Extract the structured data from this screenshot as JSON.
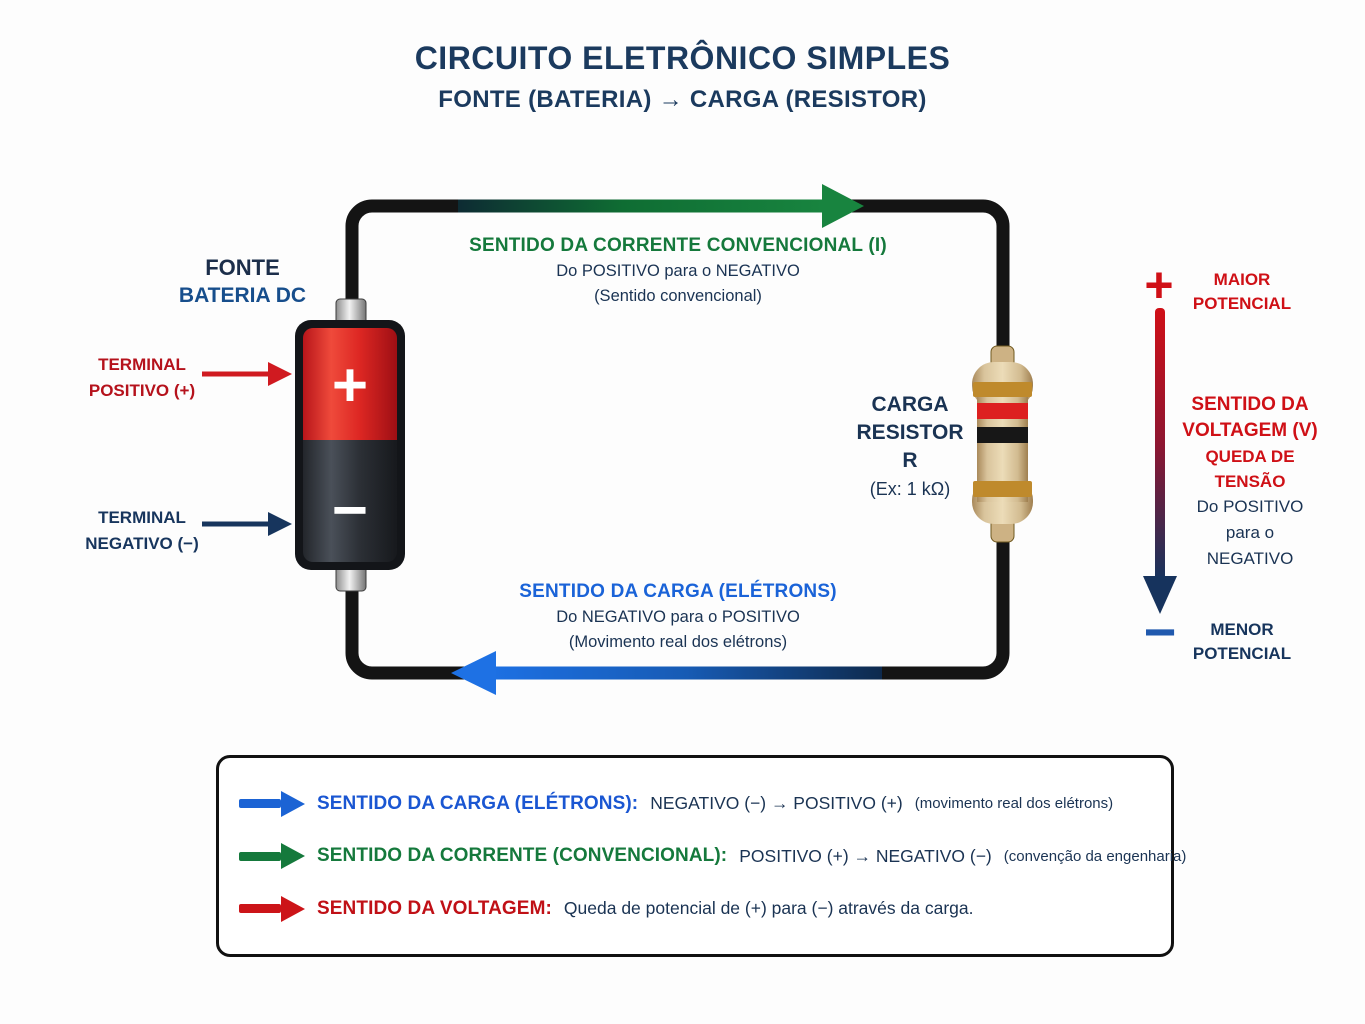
{
  "header": {
    "title": "CIRCUITO ELETRÔNICO SIMPLES",
    "subtitle": "FONTE (BATERIA) → CARGA (RESISTOR)"
  },
  "conventional_current": {
    "heading": "SENTIDO DA CORRENTE CONVENCIONAL (I)",
    "line1": "Do POSITIVO para o NEGATIVO",
    "line2": "(Sentido convencional)"
  },
  "electron_flow": {
    "heading": "SENTIDO DA CARGA (ELÉTRONS)",
    "line1": "Do NEGATIVO para o POSITIVO",
    "line2": "(Movimento real dos elétrons)"
  },
  "battery": {
    "name": "FONTE",
    "type": "BATERIA DC",
    "plus_symbol": "+",
    "minus_symbol": "−",
    "positive_terminal": "TERMINAL POSITIVO (+)",
    "negative_terminal": "TERMINAL NEGATIVO (−)"
  },
  "resistor": {
    "line1": "CARGA",
    "line2": "RESISTOR",
    "line3": "R",
    "line4": "(Ex: 1 kΩ)"
  },
  "voltage": {
    "plus_symbol": "+",
    "high_label": "MAIOR POTENCIAL",
    "heading": "SENTIDO DA VOLTAGEM (V)",
    "subheading": "QUEDA DE TENSÃO",
    "description": "Do POSITIVO para o NEGATIVO",
    "minus_symbol": "−",
    "low_label": "MENOR POTENCIAL"
  },
  "legend": {
    "rows": [
      {
        "label": "SENTIDO DA CARGA (ELÉTRONS):",
        "value": "NEGATIVO (−) → POSITIVO (+)",
        "note": "(movimento real dos elétrons)",
        "color": "#1a56d2"
      },
      {
        "label": "SENTIDO DA CORRENTE (CONVENCIONAL):",
        "value": "POSITIVO (+) → NEGATIVO (−)",
        "note": "(convenção da engenharia)",
        "color": "#15793c"
      },
      {
        "label": "SENTIDO DA VOLTAGEM:",
        "value": "Queda de potencial de (+) para (−) através da carga.",
        "note": "",
        "color": "#c01016"
      }
    ]
  },
  "colors": {
    "navy_text": "#1a3353",
    "title": "#1b3a5e",
    "green": "#15793c",
    "blue": "#1a63d8",
    "red": "#c01016",
    "battery_red": "#d42423",
    "battery_dark": "#2b2f36",
    "resistor_body": "#d9c49c",
    "wire": "#141414"
  }
}
